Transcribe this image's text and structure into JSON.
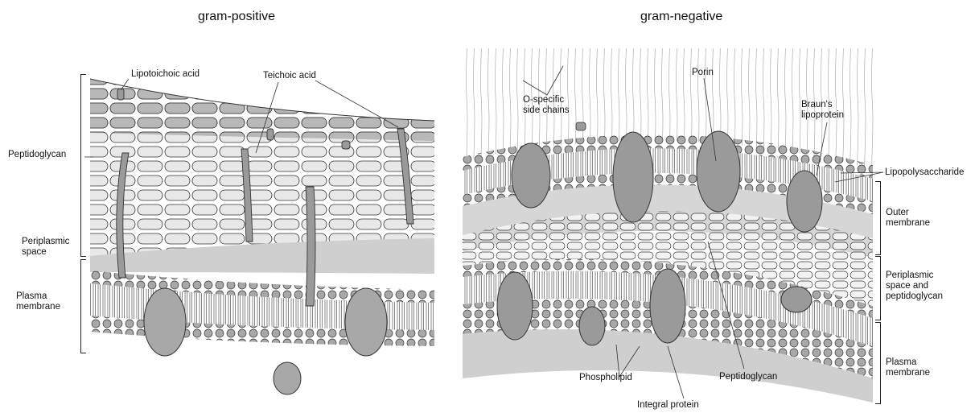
{
  "panels": {
    "left_title": "gram-positive",
    "right_title": "gram-negative"
  },
  "left_labels": {
    "lipotoichoic_acid": "Lipotoichoic acid",
    "teichoic_acid": "Teichoic acid",
    "peptidoglycan": "Peptidoglycan",
    "periplasmic_space": [
      "Periplasmic",
      "space"
    ],
    "plasma_membrane": [
      "Plasma",
      "membrane"
    ]
  },
  "right_labels": {
    "o_specific": [
      "O-specific",
      "side chains"
    ],
    "porin": "Porin",
    "brauns": [
      "Braun's",
      "lipoprotein"
    ],
    "lipopolysaccharide": "Lipopolysaccharide",
    "outer_membrane": [
      "Outer",
      "membrane"
    ],
    "periplasmic": [
      "Periplasmic",
      "space and",
      "peptidoglycan"
    ],
    "plasma_membrane": [
      "Plasma",
      "membrane"
    ],
    "phospholipid": "Phospholipid",
    "peptidoglycan": "Peptidoglycan",
    "integral_protein": "Integral protein"
  },
  "colors": {
    "ink": "#222222",
    "protein_fill": "#9a9a9a",
    "bead_fill": "#a8a8a8",
    "layer_fill": "#d4d4d4",
    "cell_fill": "#e6e6e6"
  }
}
